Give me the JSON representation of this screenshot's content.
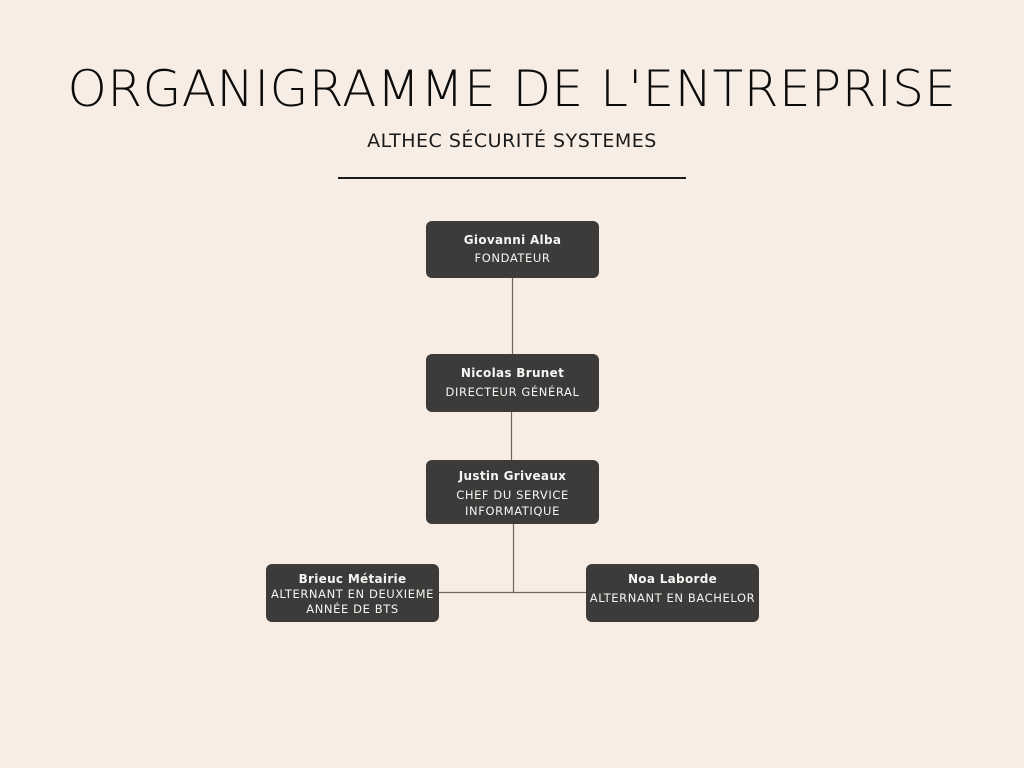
{
  "header": {
    "title": "ORGANIGRAMME DE L'ENTREPRISE",
    "subtitle": "ALTHEC SÉCURITÉ SYSTEMES"
  },
  "org_chart": {
    "nodes": [
      {
        "id": "founder",
        "name": "Giovanni Alba",
        "role": "FONDATEUR"
      },
      {
        "id": "dg",
        "name": "Nicolas Brunet",
        "role": "DIRECTEUR GÉNÉRAL"
      },
      {
        "id": "it",
        "name": "Justin Griveaux",
        "role": "CHEF DU SERVICE INFORMATIQUE"
      },
      {
        "id": "brieuc",
        "name": "Brieuc Métairie",
        "role": "ALTERNANT EN DEUXIEME ANNÉE DE BTS"
      },
      {
        "id": "noa",
        "name": "Noa Laborde",
        "role": "ALTERNANT EN BACHELOR"
      }
    ],
    "edges": [
      {
        "from": "founder",
        "to": "dg"
      },
      {
        "from": "dg",
        "to": "it"
      },
      {
        "from": "it",
        "to": "brieuc"
      },
      {
        "from": "it",
        "to": "noa"
      }
    ],
    "colors": {
      "background": "#f8ede4",
      "node_fill": "#3d3b39",
      "node_text": "#f5f5f3",
      "connector": "#6b6662"
    }
  }
}
